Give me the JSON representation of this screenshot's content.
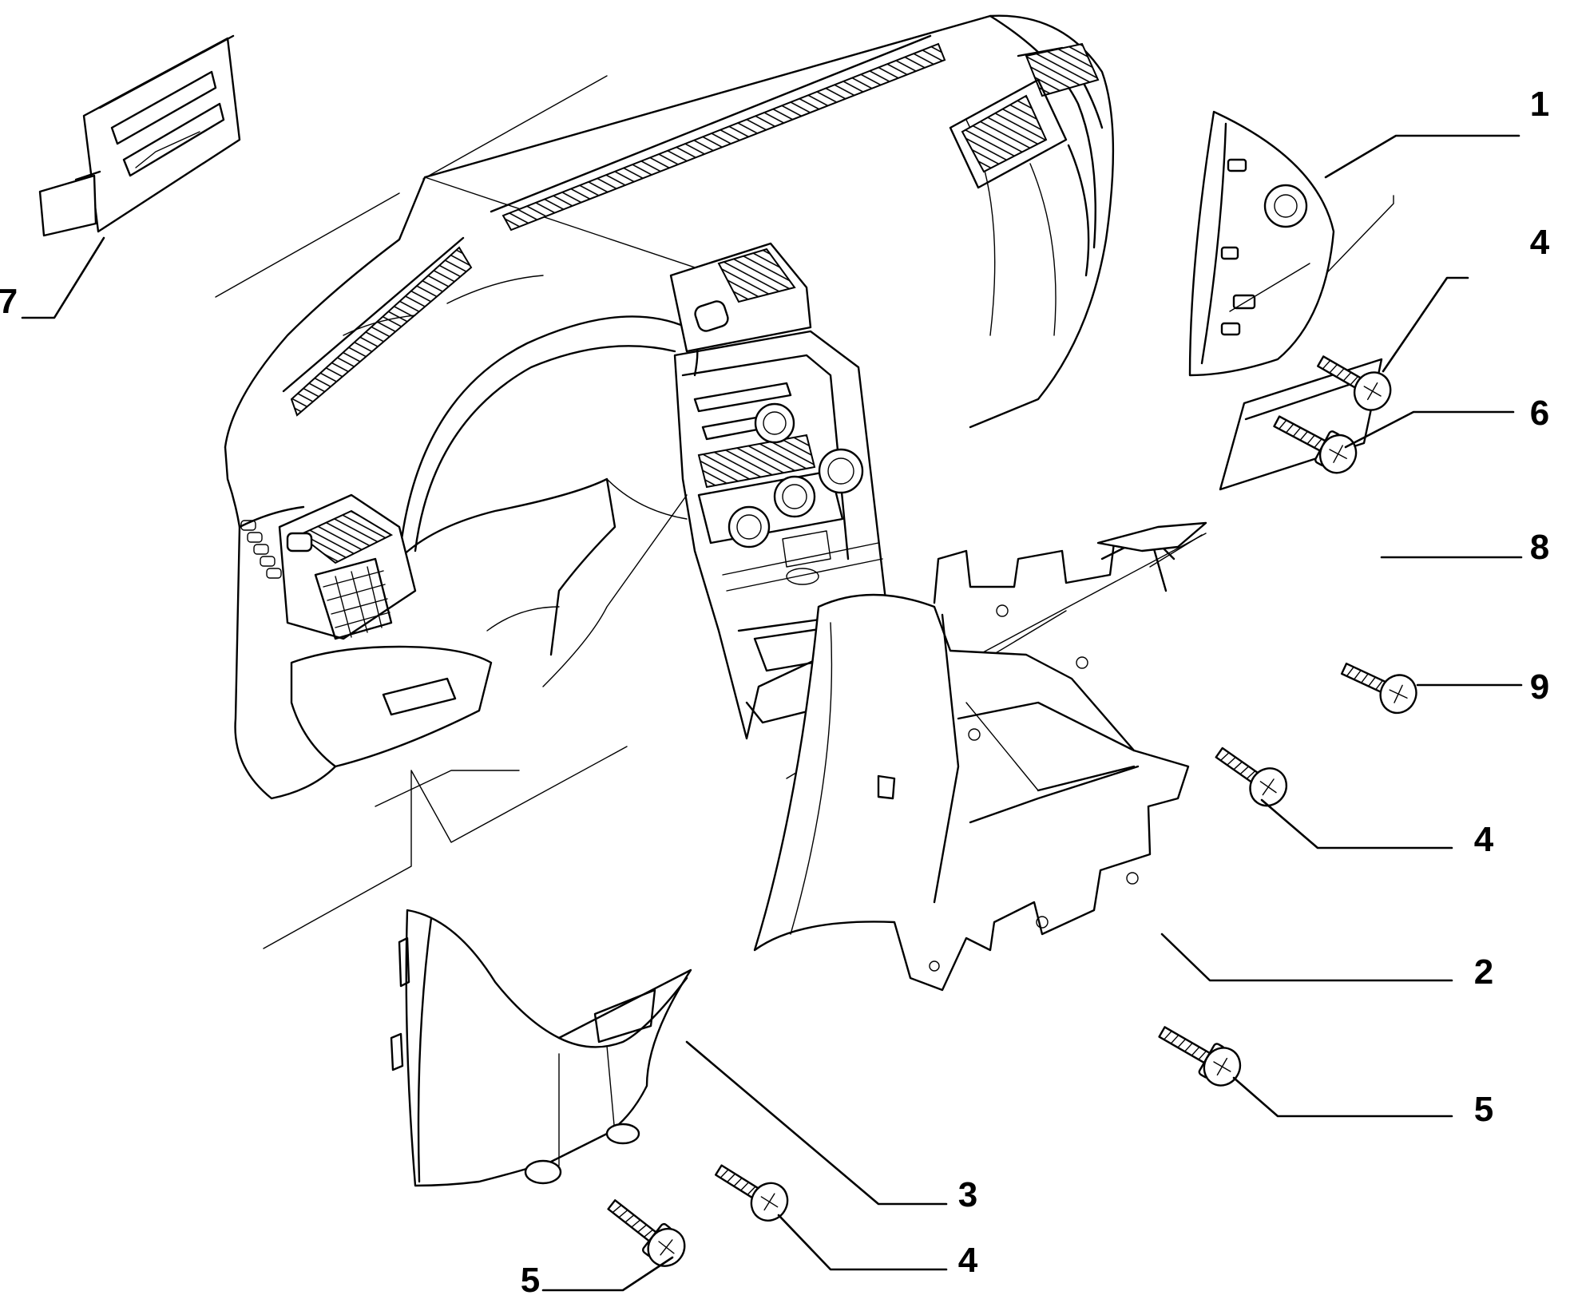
{
  "callouts": [
    {
      "id": "part-1",
      "label": "1"
    },
    {
      "id": "part-4-top",
      "label": "4"
    },
    {
      "id": "part-6",
      "label": "6"
    },
    {
      "id": "part-8",
      "label": "8"
    },
    {
      "id": "part-9",
      "label": "9"
    },
    {
      "id": "part-4-mid",
      "label": "4"
    },
    {
      "id": "part-2",
      "label": "2"
    },
    {
      "id": "part-5-right",
      "label": "5"
    },
    {
      "id": "part-3",
      "label": "3"
    },
    {
      "id": "part-4-bottom",
      "label": "4"
    },
    {
      "id": "part-5-bottom",
      "label": "5"
    },
    {
      "id": "part-7",
      "label": "7"
    }
  ],
  "colors": {
    "line": "#000000",
    "background": "#ffffff"
  }
}
